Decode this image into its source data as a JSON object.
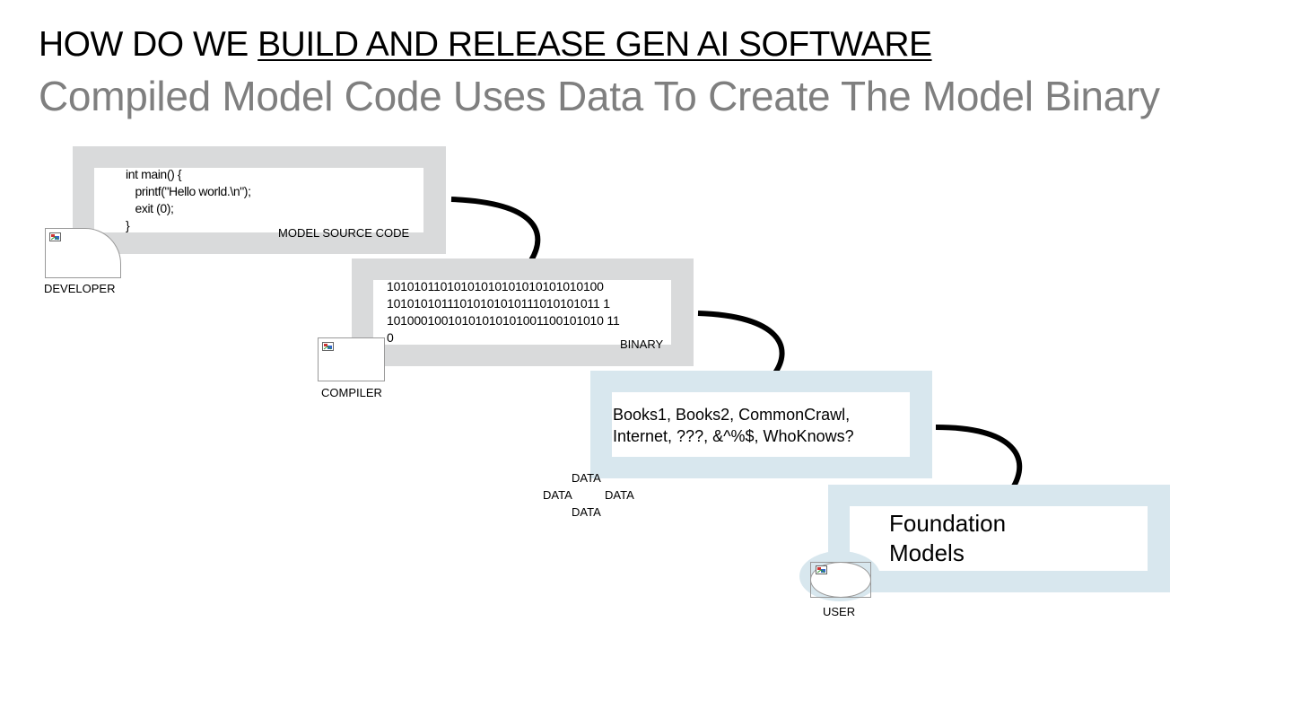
{
  "title": {
    "prefix": "HOW DO WE ",
    "underlined": "BUILD AND RELEASE GEN AI SOFTWARE"
  },
  "subtitle": "Compiled Model Code Uses Data To Create The Model Binary",
  "stages": {
    "source": {
      "code": "int main() {\n   printf(\"Hello world.\\n\");\n   exit (0);\n}",
      "label": "MODEL SOURCE CODE",
      "actor": "DEVELOPER"
    },
    "binary": {
      "text": "10101011010101010101010101010100\n10101010111010101010111010101011 1\n10100010010101010101001100101010 11\n0",
      "label": "BINARY",
      "actor": "COMPILER"
    },
    "data": {
      "text": "Books1, Books2, CommonCrawl,\nInternet, ???, &^%$, WhoKnows?",
      "actor_labels": [
        "DATA",
        "DATA",
        "DATA",
        "DATA"
      ]
    },
    "foundation": {
      "text": "Foundation\nModels",
      "actor": "USER"
    }
  },
  "icons": {
    "actor": "broken-image-icon"
  },
  "colors": {
    "gray_frame": "#d9dadb",
    "blue_frame": "#d8e7ee",
    "subtitle": "#7f7f7f"
  }
}
